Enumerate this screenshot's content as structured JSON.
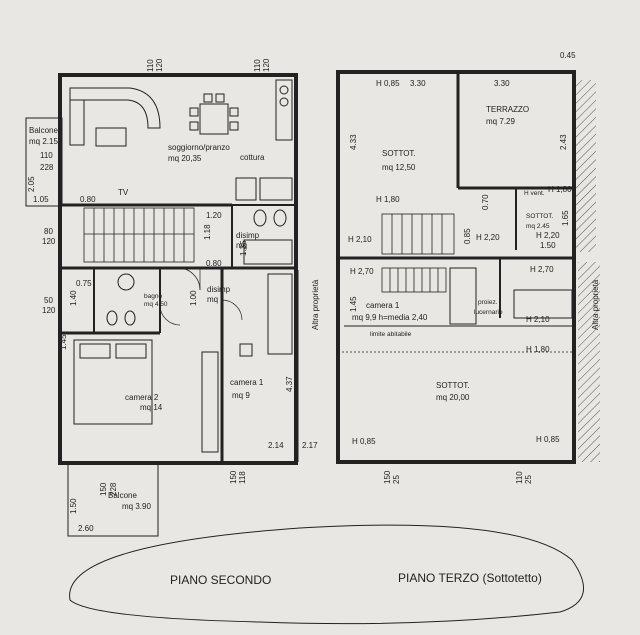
{
  "colors": {
    "paper": "#e9e7e4",
    "ink": "#222222",
    "hatch": "#555555"
  },
  "captions": {
    "left": "PIANO SECONDO",
    "right": "PIANO TERZO (Sottotetto)"
  },
  "piano_secondo": {
    "rooms": {
      "soggiorno": "soggiorno/pranzo",
      "soggiorno_area": "mq 20,35",
      "cottura": "cottura",
      "disimp1": "disimp",
      "disimp1_area": "mq",
      "disimp2": "disimp",
      "disimp2_area": "mq",
      "camera2": "camera 2",
      "camera2_area": "mq 14",
      "camera1": "camera 1",
      "camera1_area": "mq 9",
      "bagno_small": "bagno",
      "bagno_small_area": "mq 4,50"
    },
    "balcone_top": {
      "name": "Balcone",
      "area": "mq 2.15",
      "dims1": "110",
      "dims2": "228"
    },
    "balcone_bottom": {
      "name": "Balcone",
      "area": "mq 3.90"
    },
    "tv": "TV",
    "altra": "Altra proprietà",
    "dims": {
      "top1a": "110",
      "top1b": "120",
      "top2a": "110",
      "top2b": "120",
      "d205": "2.05",
      "d105": "1.05",
      "d080a": "0.80",
      "d120": "1.20",
      "d118": "1.18",
      "d135": "1.35",
      "d080b": "0.80",
      "w80": "80",
      "w120": "120",
      "d075": "0.75",
      "d140": "1.40",
      "w50": "50",
      "w120b": "120",
      "d100": "1.00",
      "d145": "1.45",
      "d437": "4.37",
      "d214": "2.14",
      "d217": "2.17",
      "b150": "150",
      "b228": "228",
      "d150": "1.50",
      "d260": "2.60",
      "bot1a": "150",
      "bot1b": "118"
    }
  },
  "piano_terzo": {
    "rooms": {
      "sottot1": "SOTTOT.",
      "sottot1_area": "mq 12,50",
      "terrazzo": "TERRAZZO",
      "terrazzo_area": "mq 7.29",
      "sottot_small": "SOTTOT.",
      "sottot_small_area": "mq 2.45",
      "camera1": "camera 1",
      "camera1_area": "mq 9,9 h=media 2,40",
      "limite": "limite abitabile",
      "proiez": "proiez.",
      "lucernario": "lucernario",
      "sottot2": "SOTTOT.",
      "sottot2_area": "mq 20,00",
      "hvent": "H vent."
    },
    "altra": "Altra proprietà",
    "dims": {
      "d045": "0.45",
      "h085a": "H 0,85",
      "d330a": "3.30",
      "d330b": "3.30",
      "d433": "4.33",
      "d243": "2.43",
      "h180a": "H 1,80",
      "h180b": "H 1,80",
      "d070": "0.70",
      "d165": "1.65",
      "h220a": "H 2,20",
      "h210a": "H 2,10",
      "d085": "0.85",
      "h220b": "H 2,20",
      "d150": "1.50",
      "h270a": "H 2,70",
      "h270b": "H 2,70",
      "d145": "1.45",
      "h210b": "H 2,10",
      "h180c": "H 1,80",
      "h085b": "H 0,85",
      "h085c": "H 0,85",
      "bot1a": "150",
      "bot1b": "25",
      "bot2a": "110",
      "bot2b": "25"
    }
  }
}
